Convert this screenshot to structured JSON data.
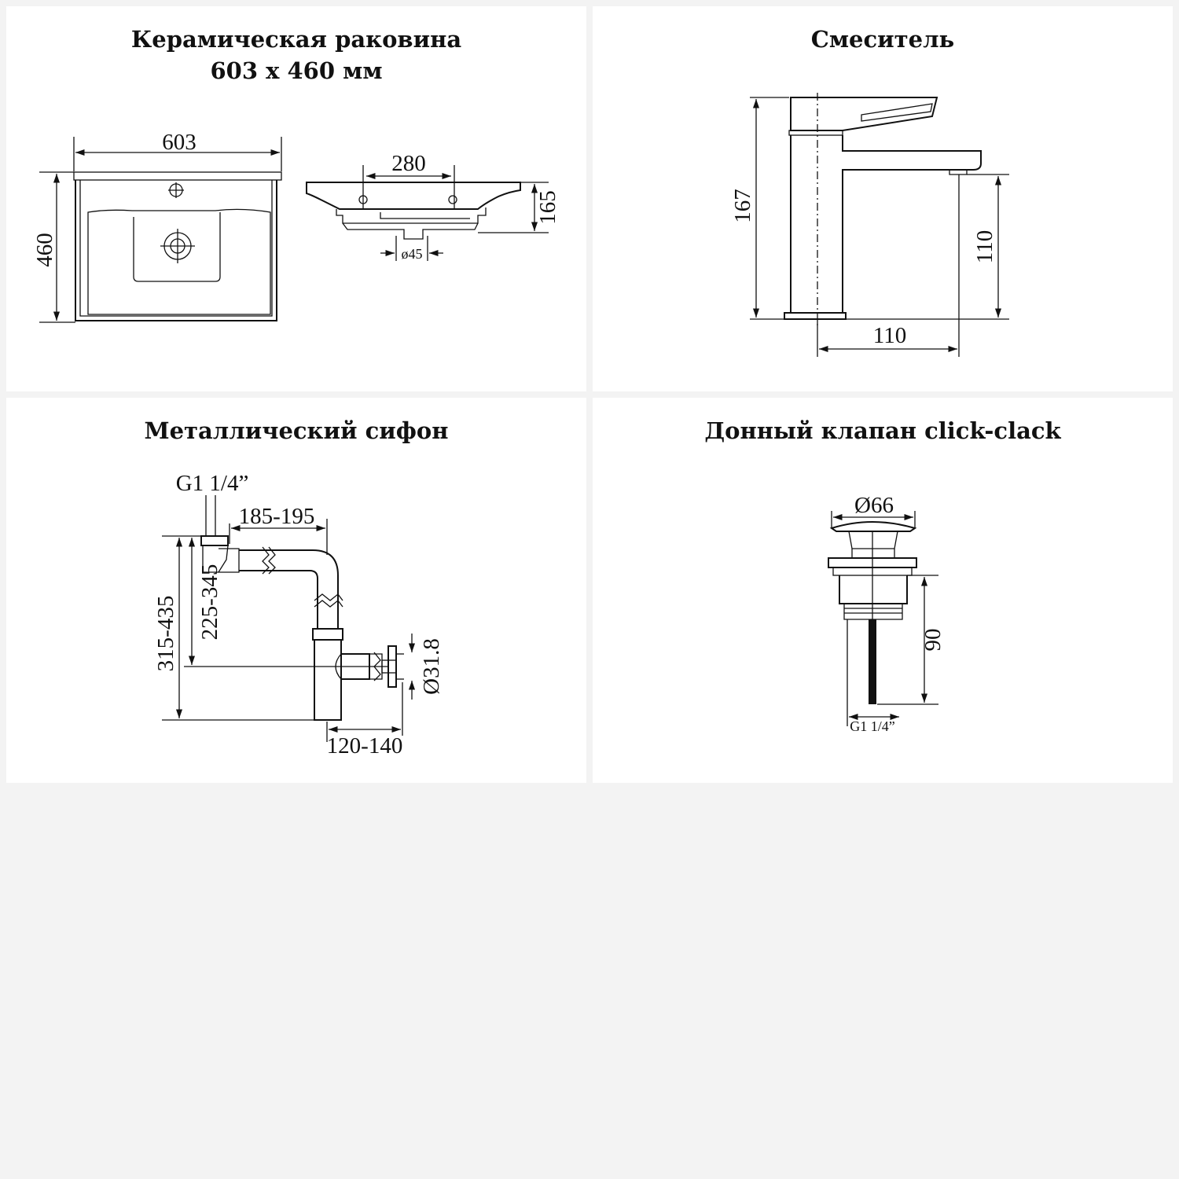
{
  "sink": {
    "title_line1": "Керамическая раковина",
    "title_line2": "603 x 460 мм",
    "dim_width": "603",
    "dim_depth": "460",
    "dim_holes": "280",
    "dim_height": "165",
    "dim_drain": "ø45"
  },
  "faucet": {
    "title": "Смеситель",
    "dim_height": "167",
    "dim_spout_height": "110",
    "dim_spout_reach": "110"
  },
  "siphon": {
    "title": "Металлический сифон",
    "dim_thread": "G1 1/4”",
    "dim_horizontal": "185-195",
    "dim_total_height": "315-435",
    "dim_inner_height": "225-345",
    "dim_outlet": "Ø31.8",
    "dim_depth": "120-140"
  },
  "valve": {
    "title": "Донный клапан click-clack",
    "dim_diameter": "Ø66",
    "dim_height": "90",
    "dim_thread": "G1 1/4”"
  }
}
